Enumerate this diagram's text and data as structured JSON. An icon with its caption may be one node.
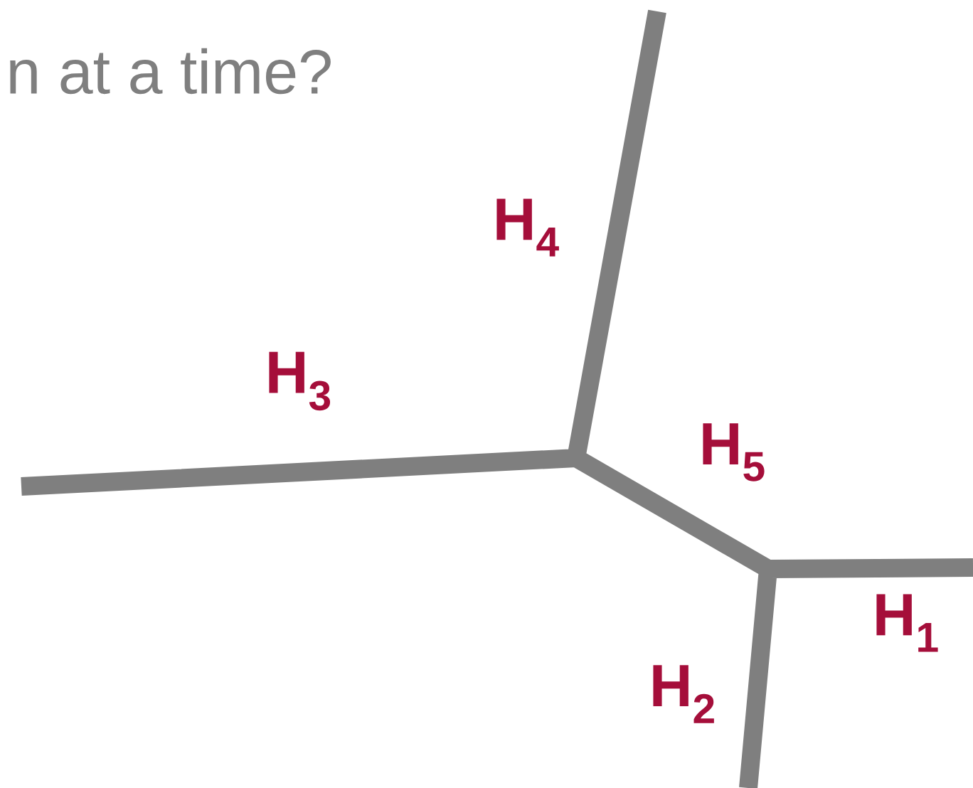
{
  "diagram": {
    "title": "n at a time?",
    "labels": [
      "H$_{4}$",
      "H$_{3}$",
      "H$_{5}$",
      "H$_{1}$",
      "H$_{2}$"
    ]
  }
}
